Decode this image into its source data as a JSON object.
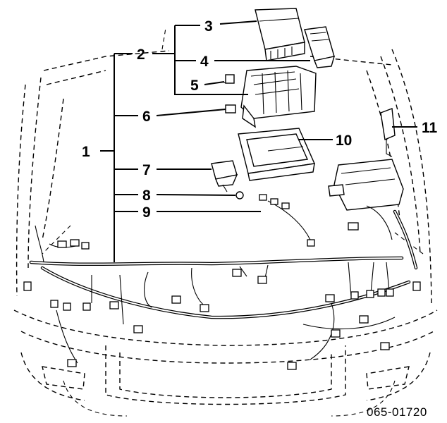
{
  "diagram": {
    "part_numbers": {
      "p1": "1",
      "p2": "2",
      "p3": "3",
      "p4": "4",
      "p5": "5",
      "p6": "6",
      "p7": "7",
      "p8": "8",
      "p9": "9",
      "p10": "10",
      "p11": "11"
    },
    "code": "065-01720"
  }
}
